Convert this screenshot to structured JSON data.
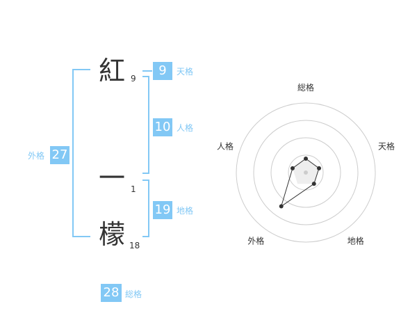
{
  "name": {
    "chars": [
      {
        "char": "紅",
        "strokes": "9"
      },
      {
        "char": "一",
        "strokes": "1"
      },
      {
        "char": "檬",
        "strokes": "18"
      }
    ]
  },
  "fortune": {
    "tenkaku": {
      "value": "9",
      "label": "天格"
    },
    "jinkaku": {
      "value": "10",
      "label": "人格"
    },
    "chikaku": {
      "value": "19",
      "label": "地格"
    },
    "gaikaku": {
      "value": "27",
      "label": "外格"
    },
    "soukaku": {
      "value": "28",
      "label": "総格"
    }
  },
  "colors": {
    "accent": "#82c8f5",
    "text": "#333333",
    "grid": "#cccccc"
  },
  "chart_data": {
    "type": "radar",
    "axes": [
      "総格",
      "天格",
      "地格",
      "外格",
      "人格"
    ],
    "values": [
      1,
      1,
      1,
      3,
      1
    ],
    "max": 5,
    "rings": 4,
    "grid": true
  }
}
